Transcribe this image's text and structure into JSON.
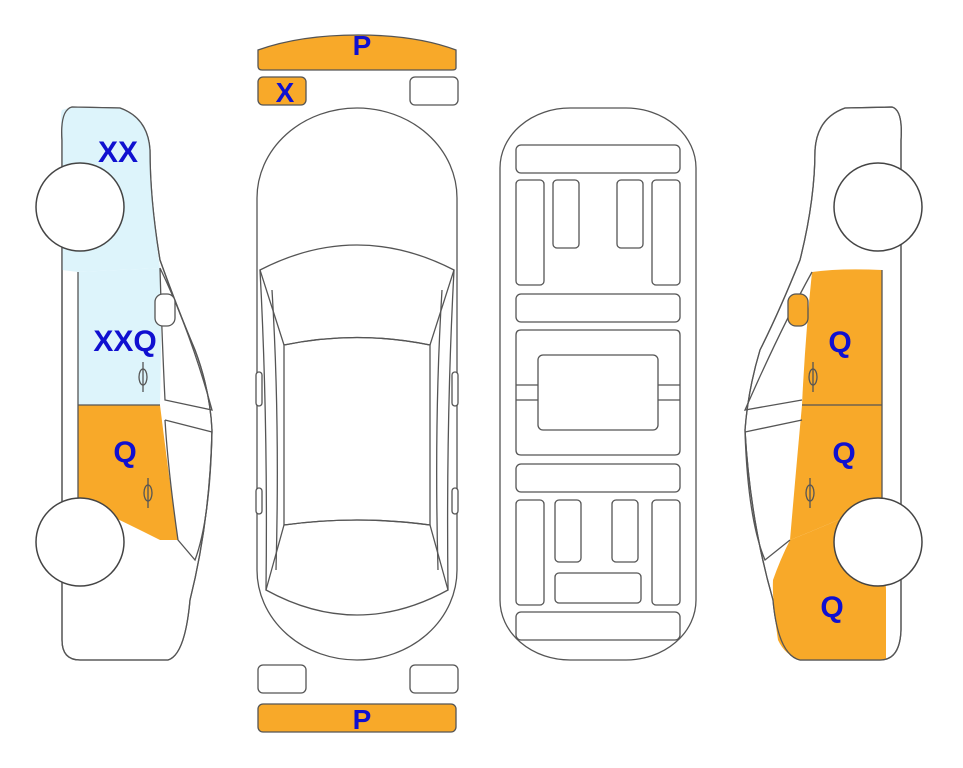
{
  "colors": {
    "damage_orange": "#f8a929",
    "damage_light_blue": "#ddf4fb",
    "label_blue": "#1010d0",
    "outline": "#555555",
    "background": "#ffffff"
  },
  "labels": {
    "front_bumper": "P",
    "front_left_headlight": "X",
    "rear_bumper": "P",
    "left_front_fender": "XX",
    "left_front_door": "XXQ",
    "left_rear_door": "Q",
    "right_front_door": "Q",
    "right_rear_door": "Q",
    "right_rear_quarter": "Q"
  },
  "icons": {
    "left_view": "car-left-side-icon",
    "top_view": "car-top-view-icon",
    "underbody_view": "car-underbody-icon",
    "right_view": "car-right-side-icon"
  }
}
